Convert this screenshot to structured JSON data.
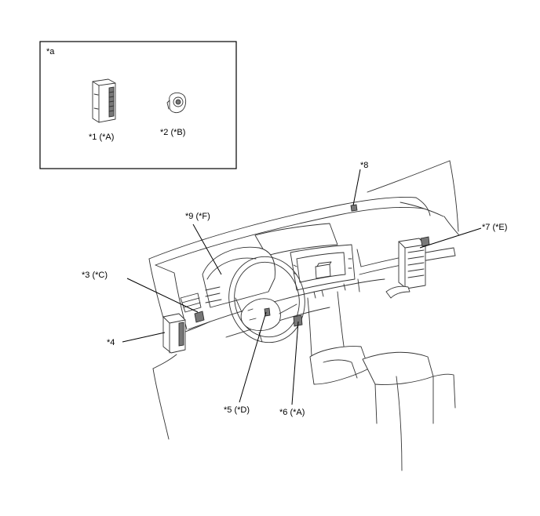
{
  "inset": {
    "label": "*a"
  },
  "callouts": {
    "c1": "*1 (*A)",
    "c2": "*2 (*B)",
    "c3": "*3 (*C)",
    "c4": "*4",
    "c5": "*5 (*D)",
    "c6": "*6 (*A)",
    "c7": "*7 (*E)",
    "c8": "*8",
    "c9": "*9 (*F)"
  }
}
